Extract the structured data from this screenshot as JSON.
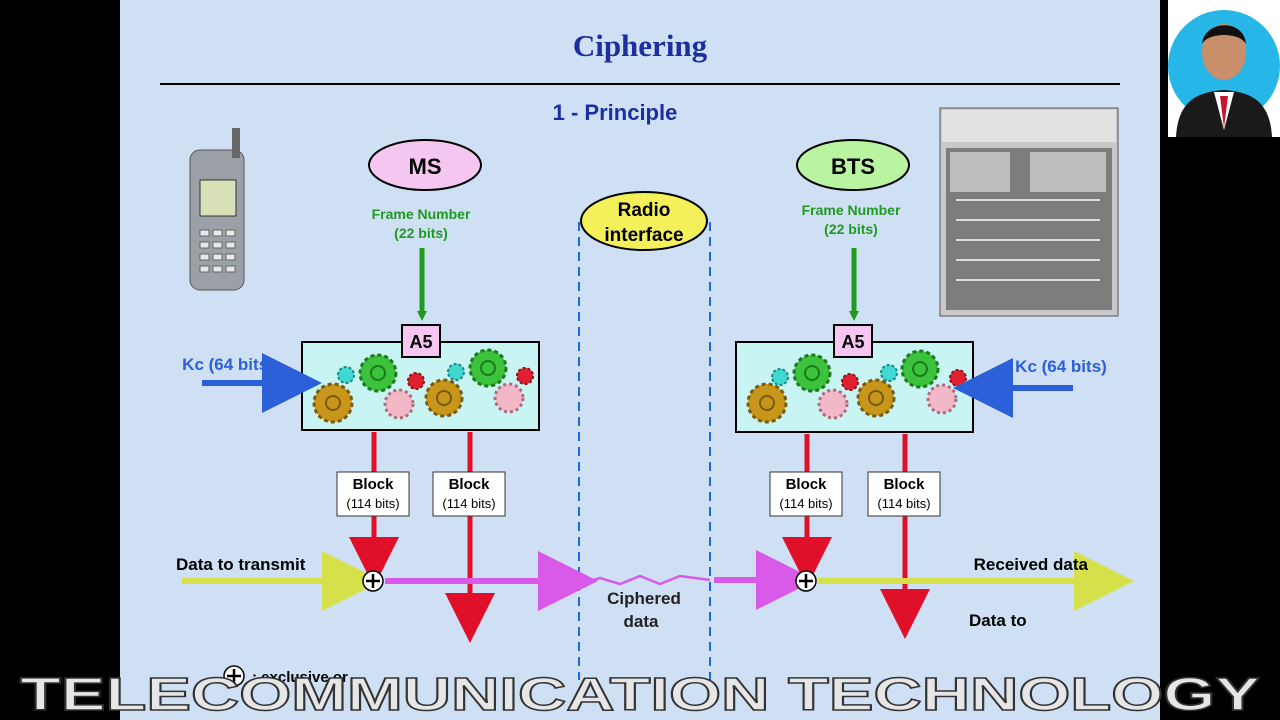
{
  "slide": {
    "title": "Ciphering",
    "subtitle": "1 - Principle"
  },
  "ms_side": {
    "label": "MS",
    "frame_number": "Frame Number",
    "frame_bits": "(22 bits)",
    "algo": "A5",
    "kc": "Kc (64 bits)",
    "block1": "Block",
    "block1_bits": "(114 bits)",
    "block2": "Block",
    "block2_bits": "(114 bits)",
    "data_label": "Data to transmit"
  },
  "radio": {
    "label_line1": "Radio",
    "label_line2": "interface",
    "ciphered_line1": "Ciphered",
    "ciphered_line2": "data"
  },
  "bts_side": {
    "label": "BTS",
    "frame_number": "Frame Number",
    "frame_bits": "(22 bits)",
    "algo": "A5",
    "kc": "Kc (64 bits)",
    "block1": "Block",
    "block1_bits": "(114 bits)",
    "block2": "Block",
    "block2_bits": "(114 bits)",
    "data_label": "Received data",
    "data_to": "Data to"
  },
  "legend": {
    "xor_text": ": exclusive or"
  },
  "watermark": {
    "text": "TELECOMMUNICATION TECHNOLOGY"
  },
  "colors": {
    "title": "#1b2f9e",
    "kc": "#2b60d8",
    "frame": "#1e9b1e",
    "ms_ellipse": "#f5c6f0",
    "bts_ellipse": "#b9f5a0",
    "radio_ellipse": "#f3f05a",
    "cipher_box": "#c8f5f3",
    "data_arrow": "#d6e04a",
    "cipher_arrow": "#d95ae8",
    "block_arrow": "#e0102a"
  }
}
